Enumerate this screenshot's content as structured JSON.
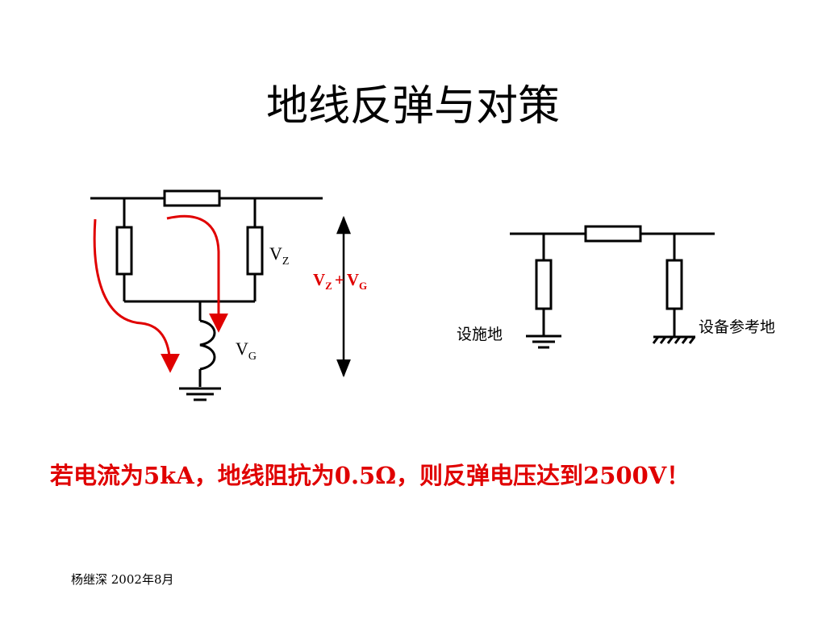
{
  "title": "地线反弹与对策",
  "colors": {
    "text": "#000000",
    "accent": "#e00000",
    "background": "#ffffff"
  },
  "left_circuit": {
    "vz_main": "V",
    "vz_sub": "Z",
    "vg_main": "V",
    "vg_sub": "G",
    "sum_a_main": "V",
    "sum_a_sub": "Z",
    "sum_op": "+",
    "sum_b_main": "V",
    "sum_b_sub": "G"
  },
  "right_circuit": {
    "facility_ground_label": "设施地",
    "equipment_ground_label": "设备参考地"
  },
  "conclusion": "若电流为5kA，地线阻抗为0.5Ω，则反弹电压达到2500V！",
  "footer": "杨继深  2002年8月"
}
